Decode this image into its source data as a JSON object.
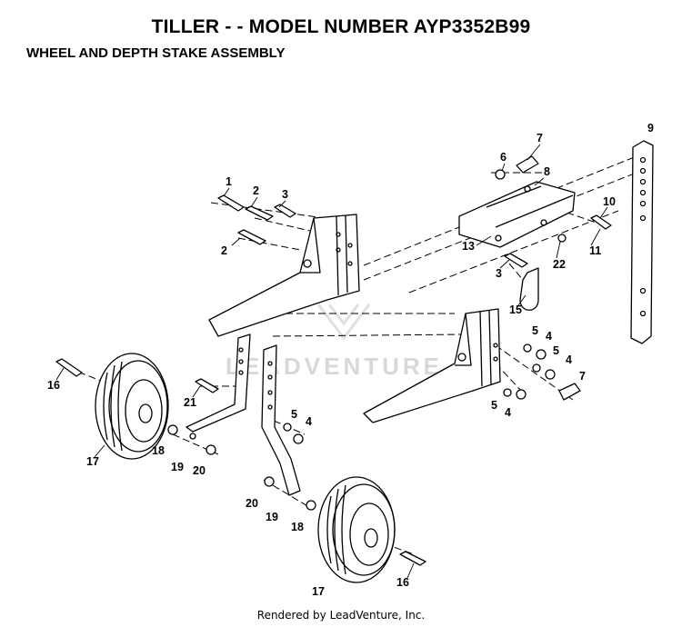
{
  "header": {
    "title": "TILLER - - MODEL NUMBER AYP3352B99",
    "subtitle": "WHEEL AND DEPTH STAKE ASSEMBLY"
  },
  "watermark": {
    "text": "LEADVENTURE"
  },
  "footer": {
    "credit": "Rendered by LeadVenture, Inc."
  },
  "callouts": [
    "1",
    "2",
    "3",
    "2",
    "6",
    "7",
    "8",
    "9",
    "10",
    "11",
    "13",
    "22",
    "3",
    "15",
    "5",
    "4",
    "5",
    "4",
    "7",
    "5",
    "4",
    "16",
    "21",
    "5",
    "4",
    "17",
    "18",
    "19",
    "20",
    "20",
    "19",
    "18",
    "17",
    "16"
  ]
}
